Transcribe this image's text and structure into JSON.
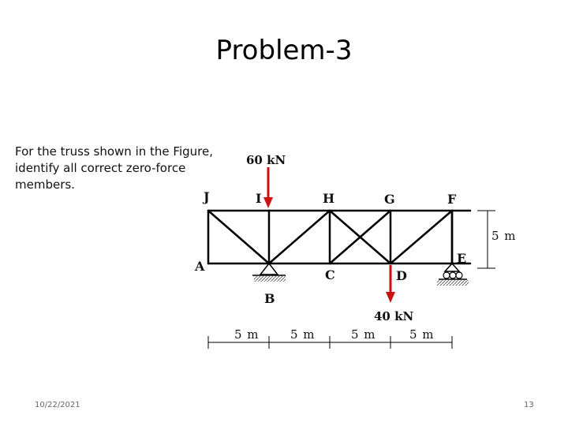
{
  "slide": {
    "title": "Problem-3",
    "prompt": "For the truss shown in the Figure, identify all correct zero-force members.",
    "date": "10/22/2021",
    "page_number": "13"
  },
  "truss": {
    "nodes": {
      "J": "J",
      "I": "I",
      "H": "H",
      "G": "G",
      "F": "F",
      "A": "A",
      "B": "B",
      "C": "C",
      "D": "D",
      "E": "E"
    },
    "loads": [
      {
        "label": "60 kN",
        "at": "I",
        "direction": "down"
      },
      {
        "label": "40 kN",
        "at": "D",
        "direction": "down"
      }
    ],
    "dimensions": {
      "height": "5 m",
      "spans": [
        "5 m",
        "5 m",
        "5 m",
        "5 m"
      ]
    },
    "supports": [
      {
        "at": "B",
        "type": "pin"
      },
      {
        "at": "E",
        "type": "roller"
      }
    ],
    "colors": {
      "members": "#000000",
      "load_arrow": "#cc1111"
    }
  }
}
